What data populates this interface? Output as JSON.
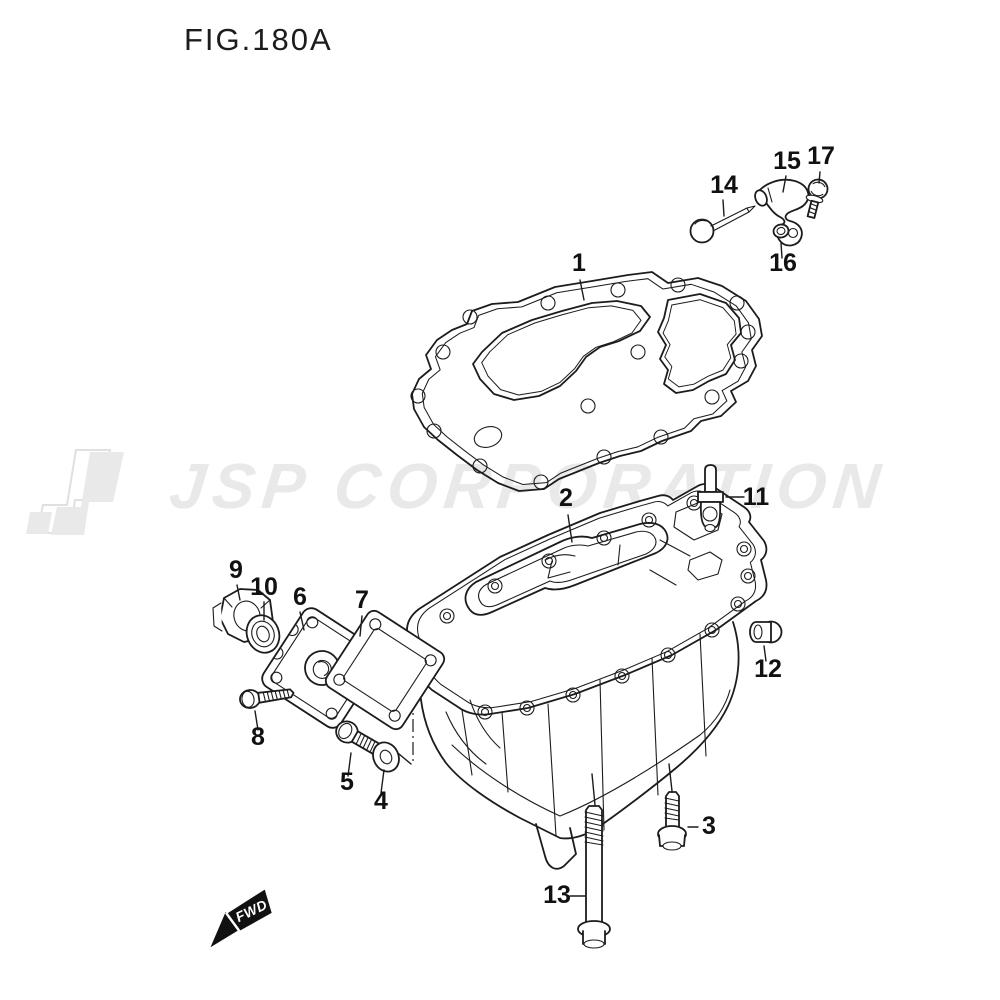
{
  "figure": {
    "title": "FIG.180A"
  },
  "watermark": {
    "text": "JSP CORPORATION"
  },
  "direction_indicator": {
    "label": "FWD"
  },
  "callouts": [
    {
      "label": "1"
    },
    {
      "label": "2"
    },
    {
      "label": "3"
    },
    {
      "label": "4"
    },
    {
      "label": "5"
    },
    {
      "label": "6"
    },
    {
      "label": "7"
    },
    {
      "label": "8"
    },
    {
      "label": "9"
    },
    {
      "label": "10"
    },
    {
      "label": "11"
    },
    {
      "label": "12"
    },
    {
      "label": "13"
    },
    {
      "label": "14"
    },
    {
      "label": "15"
    },
    {
      "label": "16"
    },
    {
      "label": "17"
    }
  ],
  "colors": {
    "line": "#1c1c1c",
    "label_text": "#111111",
    "watermark": "#e9e9e9",
    "watermark_outline": "#e0e0e0",
    "fwd_bg": "#111111",
    "fwd_text": "#ffffff",
    "page_bg": "#ffffff"
  }
}
